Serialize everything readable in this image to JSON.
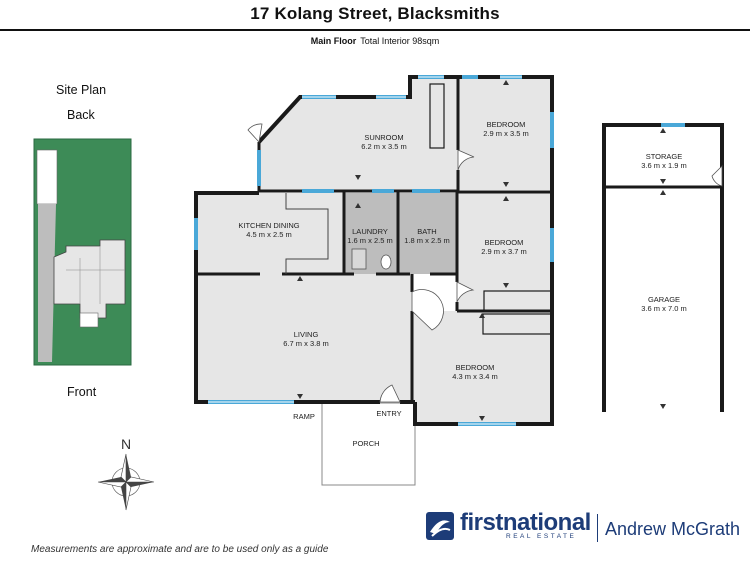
{
  "header": {
    "title": "17 Kolang Street, Blacksmiths",
    "floor_label": "Main Floor",
    "interior_area": "Total Interior  98sqm"
  },
  "site_plan": {
    "heading": "Site Plan",
    "back_label": "Back",
    "front_label": "Front"
  },
  "rooms": {
    "sunroom": {
      "name": "SUNROOM",
      "size": "6.2 m x 3.5 m"
    },
    "bedroom1": {
      "name": "BEDROOM",
      "size": "2.9 m x 3.5 m"
    },
    "kitchen": {
      "name": "KITCHEN DINING",
      "size": "4.5 m x 2.5 m"
    },
    "laundry": {
      "name": "LAUNDRY",
      "size": "1.6 m x 2.5 m"
    },
    "bath": {
      "name": "BATH",
      "size": "1.8 m x 2.5 m"
    },
    "bedroom2": {
      "name": "BEDROOM",
      "size": "2.9 m x 3.7 m"
    },
    "living": {
      "name": "LIVING",
      "size": "6.7 m x 3.8 m"
    },
    "bedroom3": {
      "name": "BEDROOM",
      "size": "4.3 m x 3.4 m"
    },
    "storage": {
      "name": "STORAGE",
      "size": "3.6 m x 1.9 m"
    },
    "garage": {
      "name": "GARAGE",
      "size": "3.6 m x 7.0 m"
    }
  },
  "outside": {
    "porch": "PORCH",
    "ramp": "RAMP",
    "entry": "ENTRY"
  },
  "compass": {
    "north": "N"
  },
  "footer": {
    "disclaimer": "Measurements are approximate and are to be used only as a guide",
    "brand_first": "first",
    "brand_national": "national",
    "brand_sub": "REAL ESTATE",
    "agent": "Andrew McGrath"
  },
  "colors": {
    "wall": "#1a1a1a",
    "floor": "#e6e6e6",
    "wet_floor": "#bdbdbd",
    "window": "#4aa8d8",
    "site_green": "#3d8b57",
    "brand_blue": "#1d3c78"
  }
}
